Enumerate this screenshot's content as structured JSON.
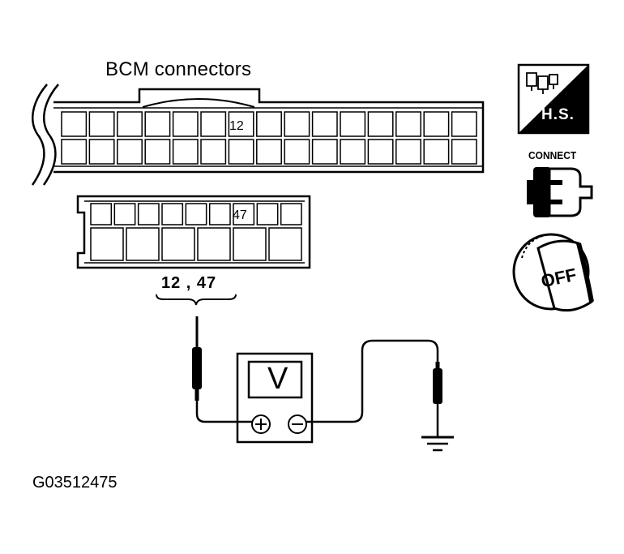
{
  "title": "BCM connectors",
  "connector_upper": {
    "pin_label": "12"
  },
  "connector_lower": {
    "pin_label": "47"
  },
  "probe_pins": "12 , 47",
  "meter": {
    "unit": "V",
    "positive_icon": "plus-terminal-icon",
    "negative_icon": "minus-terminal-icon"
  },
  "icons": {
    "harness_side": "H.S.",
    "connect": "CONNECT",
    "ignition_state": "OFF"
  },
  "figure_code": "G03512475"
}
